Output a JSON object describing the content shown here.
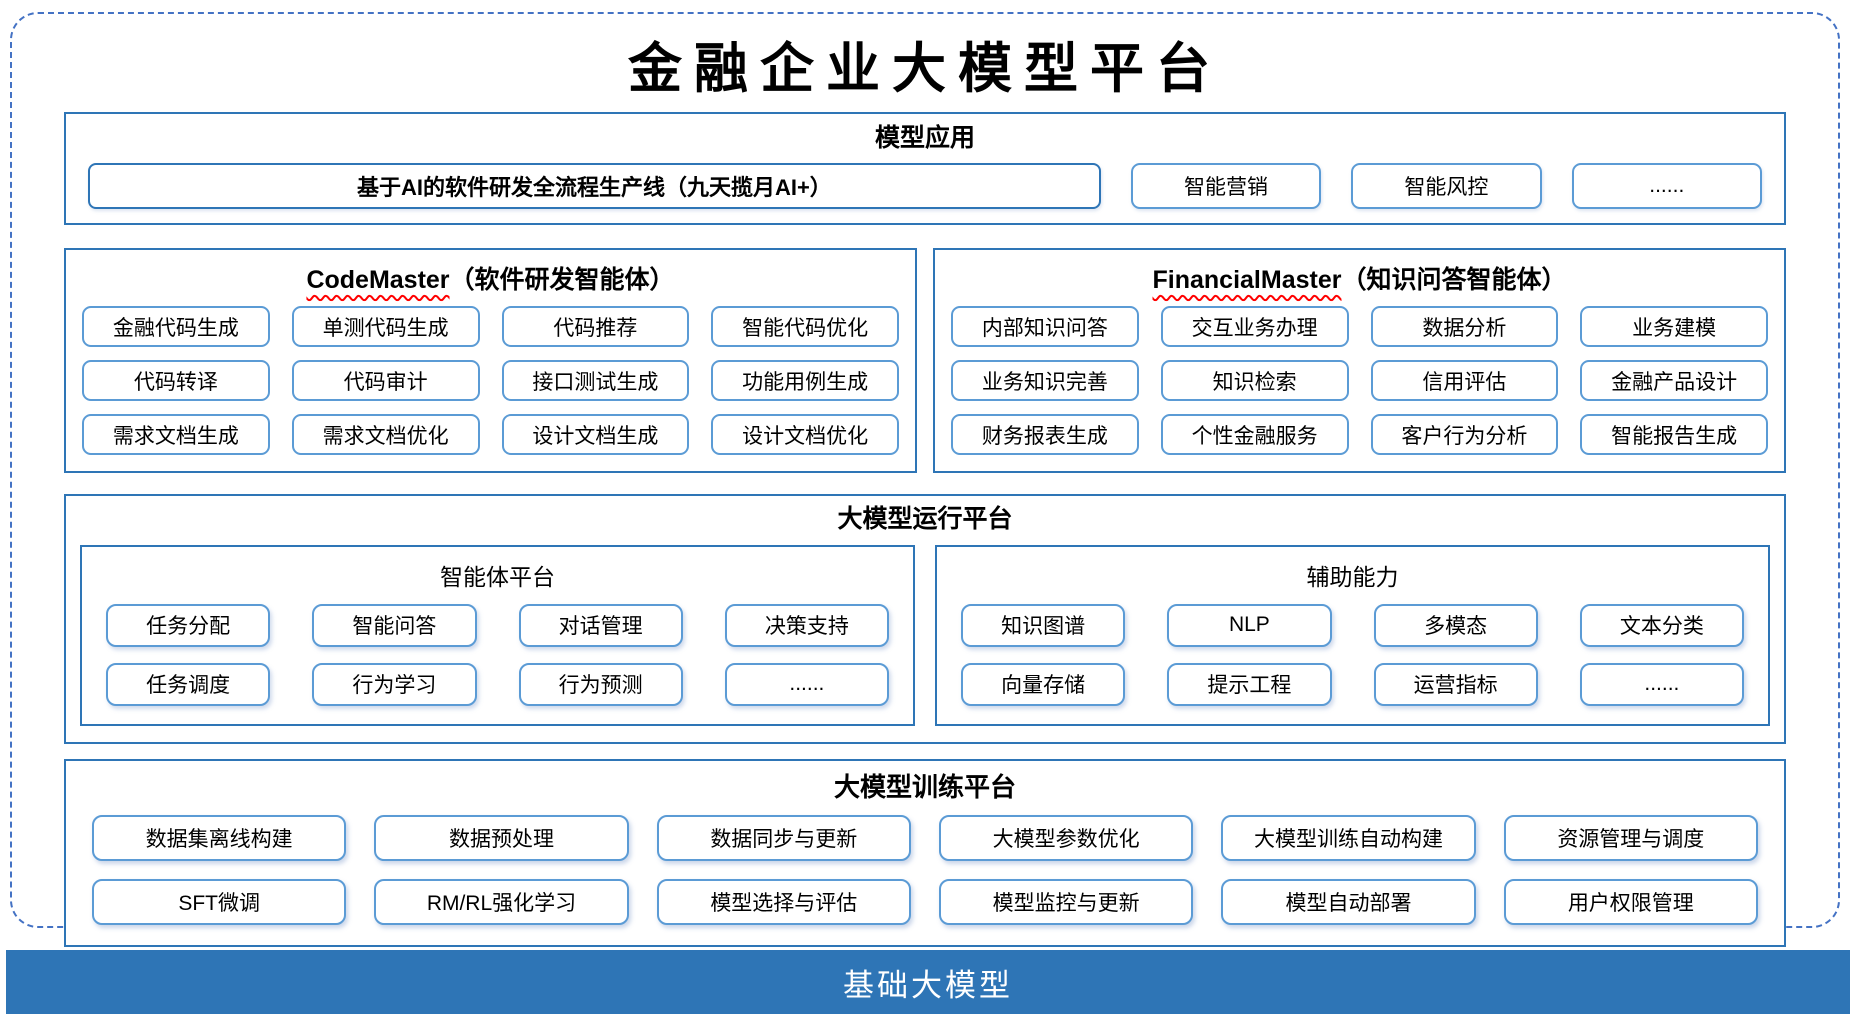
{
  "title": "金融企业大模型平台",
  "applications": {
    "header": "模型应用",
    "pipeline": "基于AI的软件研发全流程生产线（九天揽月AI+）",
    "items": [
      "智能营销",
      "智能风控",
      "......"
    ]
  },
  "code_master": {
    "name": "CodeMaster",
    "subtitle": "（软件研发智能体）",
    "items": [
      "金融代码生成",
      "单测代码生成",
      "代码推荐",
      "智能代码优化",
      "代码转译",
      "代码审计",
      "接口测试生成",
      "功能用例生成",
      "需求文档生成",
      "需求文档优化",
      "设计文档生成",
      "设计文档优化"
    ]
  },
  "financial_master": {
    "name": "FinancialMaster",
    "subtitle": "（知识问答智能体）",
    "items": [
      "内部知识问答",
      "交互业务办理",
      "数据分析",
      "业务建模",
      "业务知识完善",
      "知识检索",
      "信用评估",
      "金融产品设计",
      "财务报表生成",
      "个性金融服务",
      "客户行为分析",
      "智能报告生成"
    ]
  },
  "runtime": {
    "header": "大模型运行平台",
    "agent_platform": {
      "header": "智能体平台",
      "items": [
        "任务分配",
        "智能问答",
        "对话管理",
        "决策支持",
        "任务调度",
        "行为学习",
        "行为预测",
        "......"
      ]
    },
    "auxiliary": {
      "header": "辅助能力",
      "items": [
        "知识图谱",
        "NLP",
        "多模态",
        "文本分类",
        "向量存储",
        "提示工程",
        "运营指标",
        "......"
      ]
    }
  },
  "training": {
    "header": "大模型训练平台",
    "items": [
      "数据集离线构建",
      "数据预处理",
      "数据同步与更新",
      "大模型参数优化",
      "大模型训练自动构建",
      "资源管理与调度",
      "SFT微调",
      "RM/RL强化学习",
      "模型选择与评估",
      "模型监控与更新",
      "模型自动部署",
      "用户权限管理"
    ]
  },
  "foundation_model": {
    "label": "基础大模型"
  },
  "colors": {
    "section_border": "#2E75B6",
    "chip_border": "#5B9BD5",
    "outer_dashed": "#4472C4",
    "foundation_bg": "#2E75B6",
    "spellcheck_red": "#FF0000"
  }
}
